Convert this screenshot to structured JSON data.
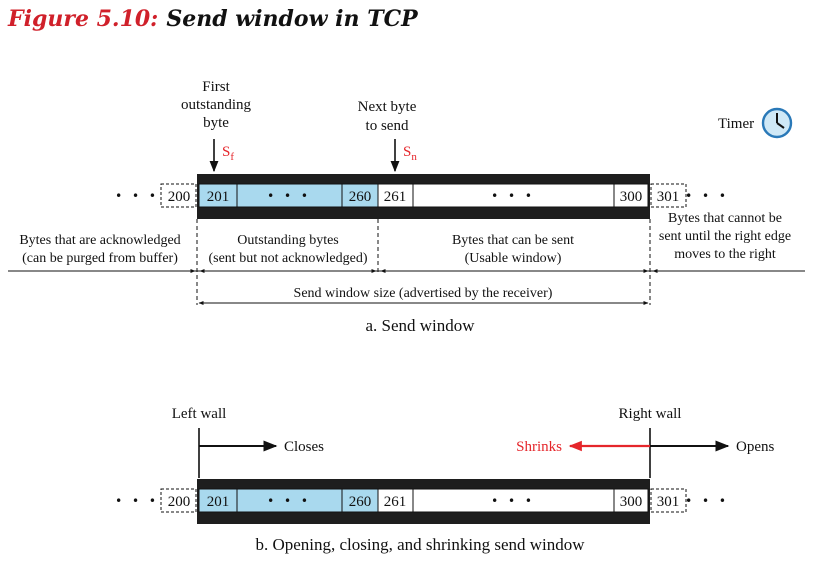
{
  "figure": {
    "number": "Figure 5.10:",
    "title": "Send window in TCP"
  },
  "part_a": {
    "first_outstanding": [
      "First",
      "outstanding",
      "byte"
    ],
    "next_byte": [
      "Next byte",
      "to send"
    ],
    "sf": "S",
    "sf_sub": "f",
    "sn": "S",
    "sn_sub": "n",
    "timer": "Timer",
    "cells": {
      "c200": "200",
      "c201": "201",
      "c260": "260",
      "c261": "261",
      "c300": "300",
      "c301": "301"
    },
    "ellipsis": "• • •",
    "acknowledged": [
      "Bytes that are acknowledged",
      "(can be purged from buffer)"
    ],
    "outstanding": [
      "Outstanding bytes",
      "(sent but not acknowledged)"
    ],
    "can_be_sent": [
      "Bytes that can be sent",
      "(Usable window)"
    ],
    "cannot_send": [
      "Bytes that cannot be",
      "sent until the right edge",
      "moves to the right"
    ],
    "window_size": "Send window size (advertised by the receiver)",
    "caption": "a. Send window"
  },
  "part_b": {
    "left_wall": "Left wall",
    "right_wall": "Right wall",
    "closes": "Closes",
    "shrinks": "Shrinks",
    "opens": "Opens",
    "caption": "b. Opening, closing, and shrinking send window"
  },
  "colors": {
    "accent_red": "#e5262b",
    "outstanding_fill": "#a9d9ee",
    "band": "#1e1e1e",
    "timer_fill": "#cfe8f6",
    "timer_stroke": "#2a79b8"
  }
}
